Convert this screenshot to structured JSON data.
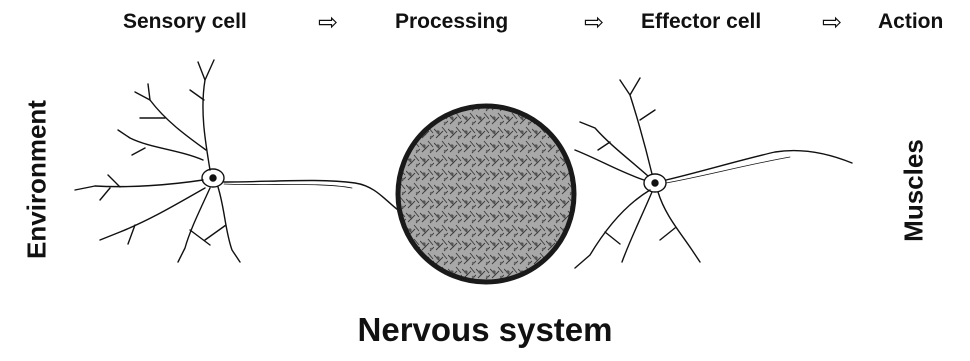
{
  "flow": {
    "steps": [
      "Sensory cell",
      "Processing",
      "Effector cell",
      "Action"
    ],
    "arrow_glyph": "⇨"
  },
  "left_label": "Environment",
  "right_label": "Muscles",
  "bottom_label": "Nervous system",
  "colors": {
    "ink": "#111111",
    "circle_border": "#1a1a1a",
    "circle_fill": "#9a9a9a"
  }
}
